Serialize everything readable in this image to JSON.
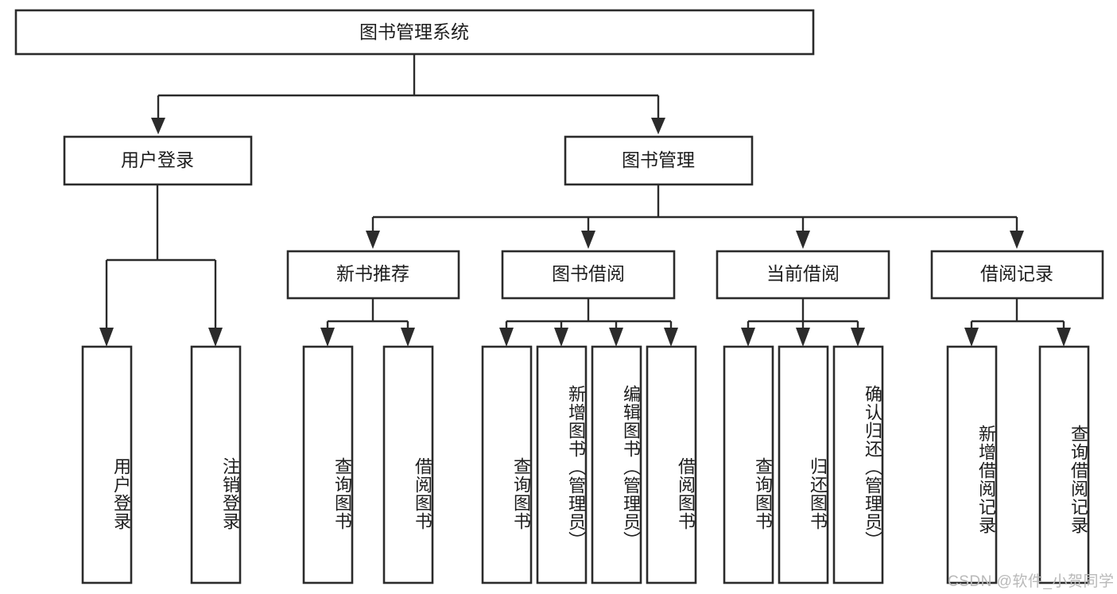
{
  "diagram": {
    "type": "tree-hierarchy",
    "title_node": "图书管理系统",
    "watermark": "CSDN @软件_小贺同学",
    "colors": {
      "stroke": "#2b2b2b",
      "fill": "#ffffff",
      "text": "#1d1d1d",
      "watermark": "#b9b9b9"
    },
    "level1": {
      "label": "图书管理系统"
    },
    "level2": [
      {
        "label": "用户登录"
      },
      {
        "label": "图书管理"
      }
    ],
    "level3": [
      {
        "label": "新书推荐"
      },
      {
        "label": "图书借阅"
      },
      {
        "label": "当前借阅"
      },
      {
        "label": "借阅记录"
      }
    ],
    "leaves": {
      "user_login": [
        {
          "label": "用户登录"
        },
        {
          "label": "注销登录"
        }
      ],
      "new_book": [
        {
          "label": "查询图书"
        },
        {
          "label": "借阅图书"
        }
      ],
      "book_borrow": [
        {
          "label": "查询图书"
        },
        {
          "label": "新增图书（管理员）"
        },
        {
          "label": "编辑图书（管理员）"
        },
        {
          "label": "借阅图书"
        }
      ],
      "current_borrow": [
        {
          "label": "查询图书"
        },
        {
          "label": "归还图书"
        },
        {
          "label": "确认归还（管理员）"
        }
      ],
      "borrow_record": [
        {
          "label": "新增借阅记录"
        },
        {
          "label": "查询借阅记录"
        }
      ]
    }
  }
}
